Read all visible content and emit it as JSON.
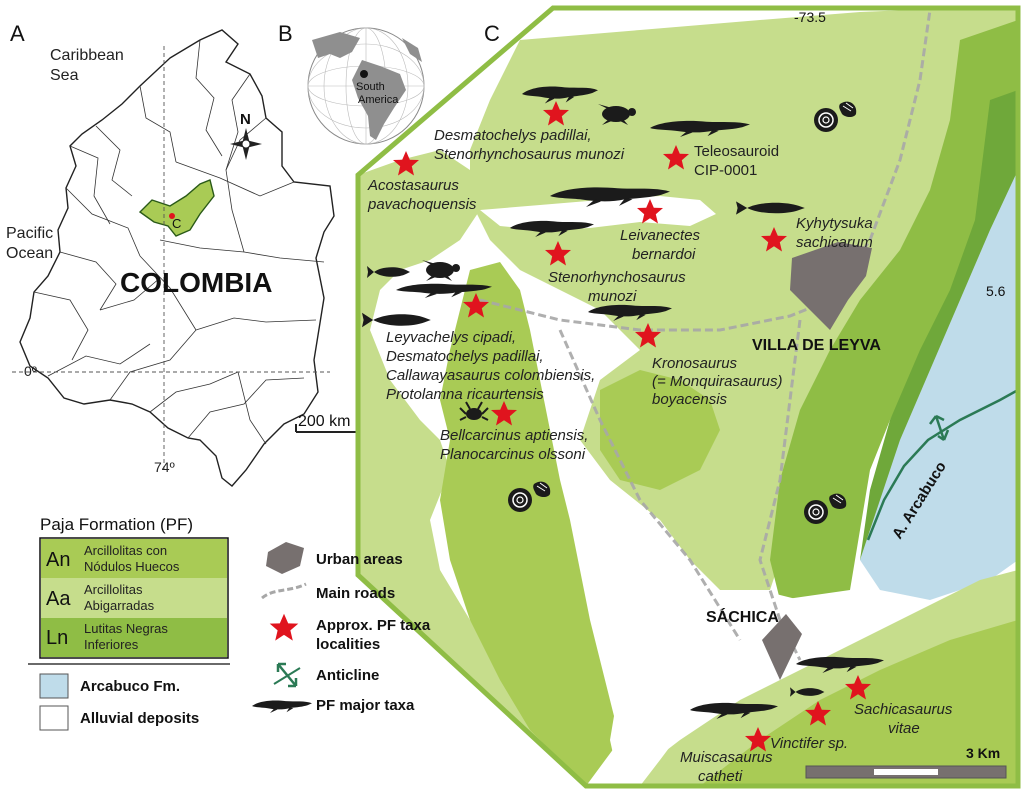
{
  "panels": {
    "a": "A",
    "b": "B",
    "c": "C"
  },
  "panel_a": {
    "caribbean_1": "Caribbean",
    "caribbean_2": "Sea",
    "pacific_1": "Pacific",
    "pacific_2": "Ocean",
    "country": "COLOMBIA",
    "north": "N",
    "lat": "0º",
    "lon": "74º",
    "scale": "200 km",
    "region_label": "C"
  },
  "panel_b": {
    "sa_1": "South",
    "sa_2": "America"
  },
  "map": {
    "lon_tick": "-73.5",
    "lat_tick": "5.6",
    "villa": "VILLA DE LEYVA",
    "sachica": "SÁCHICA",
    "anticline_label": "A. Arcabuco",
    "scale": "3 Km"
  },
  "taxa": {
    "t1a": "Desmatochelys padillai,",
    "t1b": "Stenorhynchosaurus munozi",
    "t2a": "Teleosauroid",
    "t2b": "CIP-0001",
    "t3a": "Acostasaurus",
    "t3b": "pavachoquensis",
    "t4a": "Leivanectes",
    "t4b": "bernardoi",
    "t5a": "Kyhytysuka",
    "t5b": "sachicarum",
    "t6a": "Stenorhynchosaurus",
    "t6b": "munozi",
    "t7a": "Leyvachelys cipadi,",
    "t7b": "Desmatochelys padillai,",
    "t7c": "Callawayasaurus colombiensis,",
    "t7d": "Protolamna ricaurtensis",
    "t8a": "Kronosaurus",
    "t8b": "(= Monquirasaurus)",
    "t8c": "boyacensis",
    "t9a": "Bellcarcinus aptiensis,",
    "t9b": "Planocarcinus olssoni",
    "t10a": "Sachicasaurus",
    "t10b": "vitae",
    "t11": "Vinctifer sp.",
    "t12a": "Muiscasaurus",
    "t12b": "catheti"
  },
  "legend_pf": {
    "title": "Paja Formation (PF)",
    "units": [
      {
        "code": "An",
        "line1": "Arcillolitas con",
        "line2": "Nódulos Huecos",
        "color": "#a9cb55"
      },
      {
        "code": "Aa",
        "line1": "Arcillolitas",
        "line2": "Abigarradas",
        "color": "#c6dd8c"
      },
      {
        "code": "Ln",
        "line1": "Lutitas Negras",
        "line2": "Inferiores",
        "color": "#8fbd45"
      }
    ],
    "arcabuco": "Arcabuco Fm.",
    "alluvial": "Alluvial deposits"
  },
  "legend_sym": {
    "urban": "Urban areas",
    "roads": "Main roads",
    "localities_1": "Approx. PF taxa",
    "localities_2": "localities",
    "anticline": "Anticline",
    "major_taxa": "PF major taxa"
  },
  "colors": {
    "an": "#a9cb55",
    "aa": "#c6dd8c",
    "ln": "#8fbd45",
    "ln_dark": "#6fa83a",
    "arcabuco": "#bfdcea",
    "urban": "#77706f",
    "star": "#e0141e",
    "anticline": "#2b7a55",
    "frame": "#8fbd45"
  }
}
